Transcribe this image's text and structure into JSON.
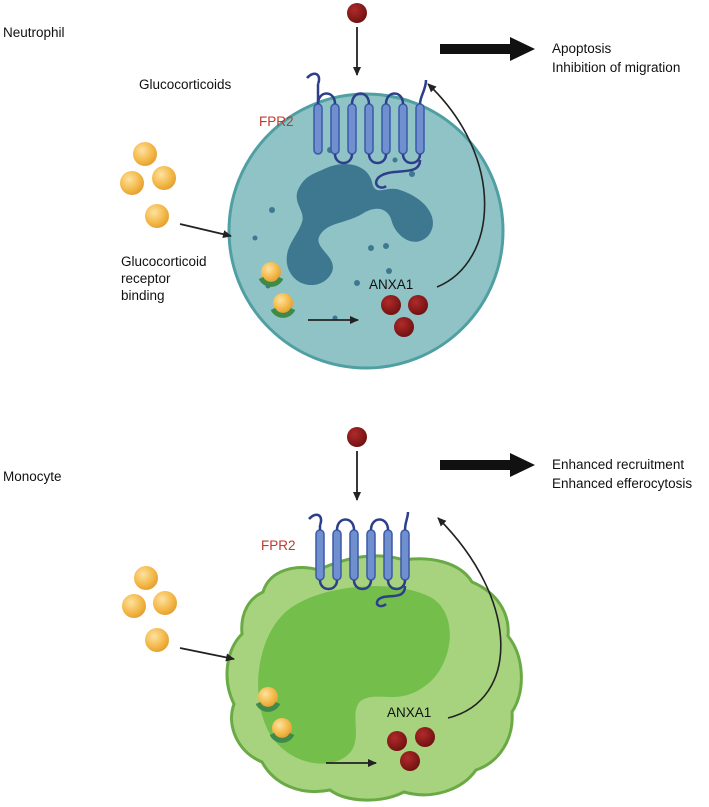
{
  "neutrophil": {
    "cell_label": "Neutrophil",
    "drug_label": "Glucocorticoids",
    "receptor_label": "FPR2",
    "binding_label": [
      "Glucocorticoid",
      "receptor",
      "binding"
    ],
    "protein_label": "ANXA1",
    "outcomes": [
      "Apoptosis",
      "Inhibition of migration"
    ]
  },
  "monocyte": {
    "cell_label": "Monocyte",
    "receptor_label": "FPR2",
    "protein_label": "ANXA1",
    "outcomes": [
      "Enhanced recruitment",
      "Enhanced efferocytosis"
    ]
  },
  "colors": {
    "neutrophil_cytoplasm": "#8fc3c5",
    "neutrophil_membrane": "#4f9fa3",
    "neutrophil_nucleus": "#3d7890",
    "monocyte_cytoplasm": "#a7d37e",
    "monocyte_membrane": "#6aaa45",
    "monocyte_nucleus": "#74be4b",
    "receptor": "#6f8fcf",
    "anxa1": "#8b1a1a",
    "glucocorticoid": "#f2b948",
    "fpr2_text": "#c0392b"
  }
}
